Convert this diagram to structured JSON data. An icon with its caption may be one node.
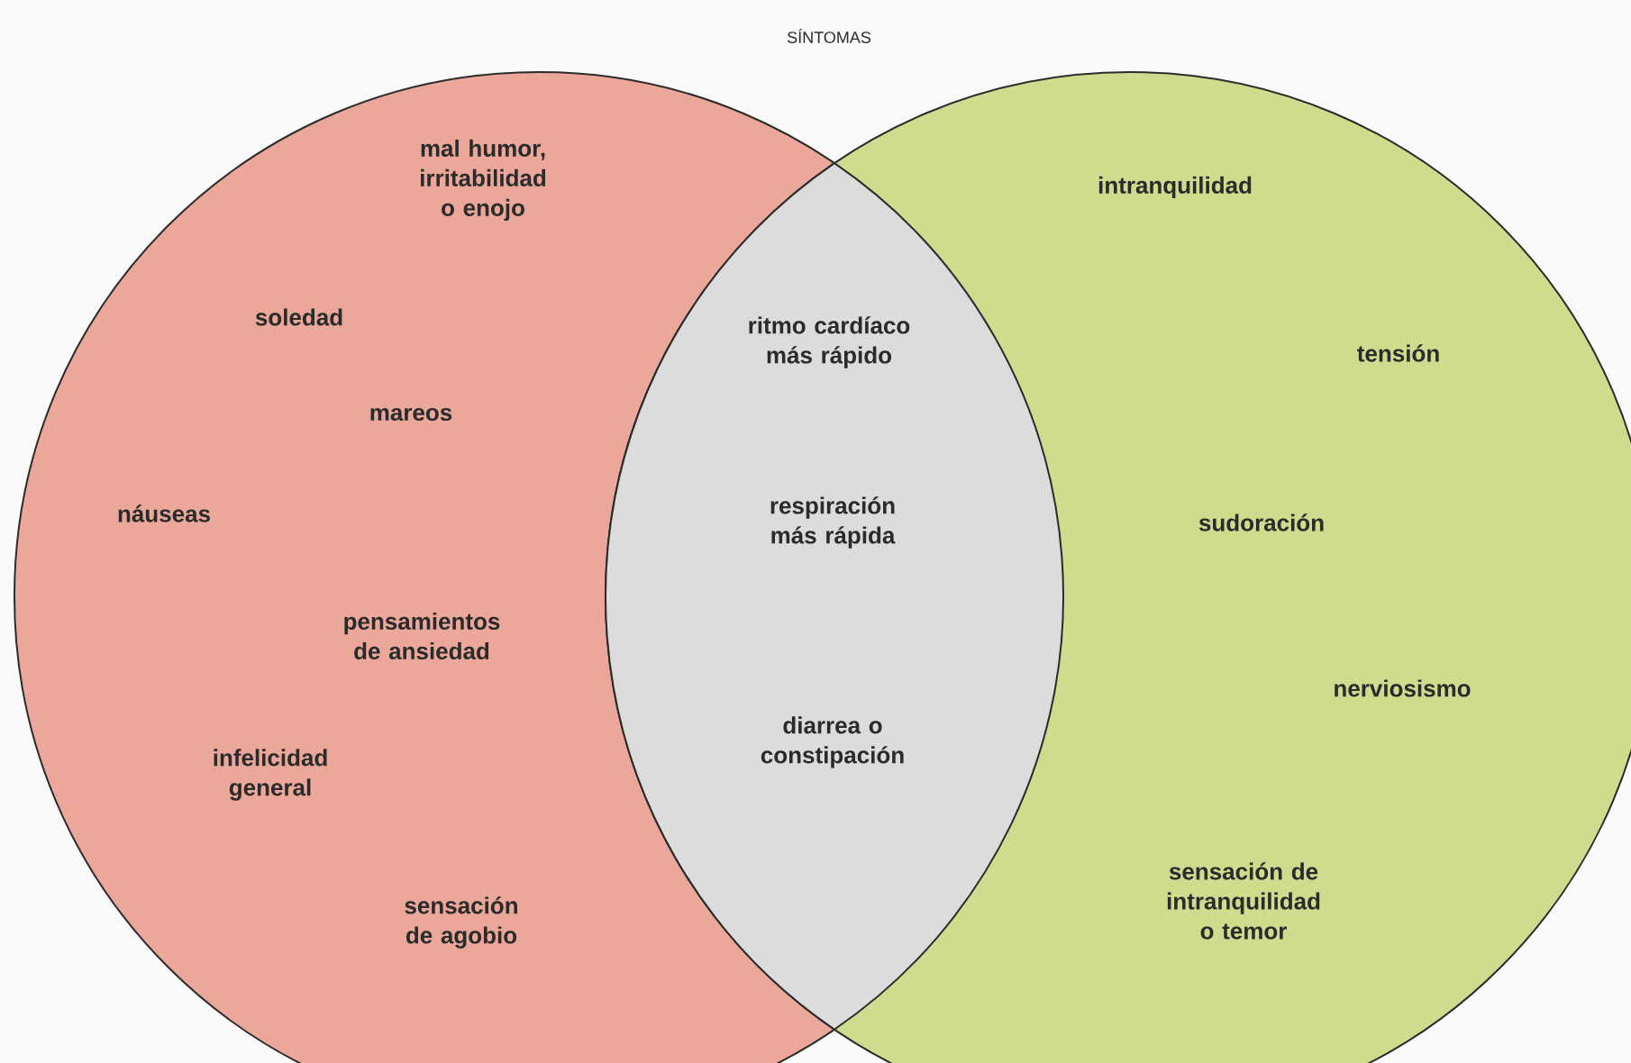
{
  "diagram": {
    "title": "SÍNTOMAS",
    "nodes": [
      {
        "text": [],
        "shape": "circle"
      },
      {
        "text": [],
        "shape": "circle"
      }
    ],
    "labels": [
      "mal humor, irritabilidad o enojo",
      "intranquilidad",
      "soledad",
      "ritmo cardíaco más rápido",
      "tensión",
      "mareos",
      "náuseas",
      "respiración más rápida",
      "sudoración",
      "pensamientos de ansiedad",
      "nerviosismo",
      "diarrea o constipación",
      "infelicidad general",
      "sensación de agobio",
      "sensación de intranquilidad o temor"
    ]
  }
}
